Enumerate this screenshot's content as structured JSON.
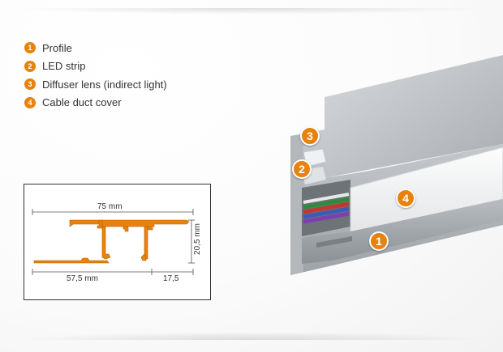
{
  "legend": {
    "items": [
      {
        "number": "1",
        "label": "Profile"
      },
      {
        "number": "2",
        "label": "LED strip"
      },
      {
        "number": "3",
        "label": "Diffuser lens (indirect light)"
      },
      {
        "number": "4",
        "label": "Cable duct cover"
      }
    ]
  },
  "dimensions": {
    "total_width": "75 mm",
    "height": "20,5 mm",
    "left_width": "57,5 mm",
    "right_width": "17,5"
  },
  "callouts": {
    "profile": "1",
    "led_strip": "2",
    "diffuser": "3",
    "cover": "4"
  },
  "colors": {
    "accent": "#e8820e",
    "profile_section": "#e8820e",
    "aluminium": "#c7cacd"
  }
}
